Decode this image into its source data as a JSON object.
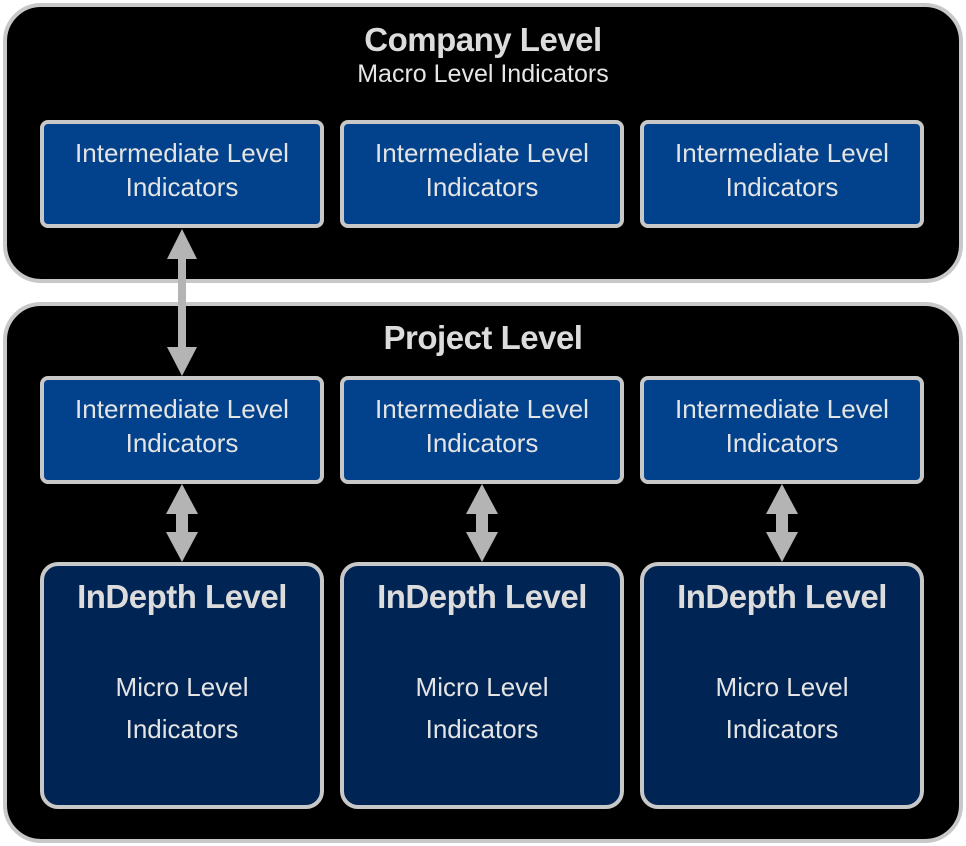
{
  "company": {
    "title": "Company Level",
    "subtitle": "Macro Level Indicators",
    "boxes": [
      {
        "line1": "Intermediate Level",
        "line2": "Indicators"
      },
      {
        "line1": "Intermediate Level",
        "line2": "Indicators"
      },
      {
        "line1": "Intermediate Level",
        "line2": "Indicators"
      }
    ]
  },
  "project": {
    "title": "Project Level",
    "intermediate": [
      {
        "line1": "Intermediate Level",
        "line2": "Indicators"
      },
      {
        "line1": "Intermediate Level",
        "line2": "Indicators"
      },
      {
        "line1": "Intermediate Level",
        "line2": "Indicators"
      }
    ],
    "indepth": [
      {
        "title": "InDepth Level",
        "line1": "Micro Level",
        "line2": "Indicators"
      },
      {
        "title": "InDepth Level",
        "line1": "Micro Level",
        "line2": "Indicators"
      },
      {
        "title": "InDepth Level",
        "line1": "Micro Level",
        "line2": "Indicators"
      }
    ]
  },
  "colors": {
    "panel_bg": "#000000",
    "border": "#c8c8c8",
    "intermediate_box": "#02428c",
    "indepth_box": "#002453",
    "arrow": "#b4b4b4"
  }
}
